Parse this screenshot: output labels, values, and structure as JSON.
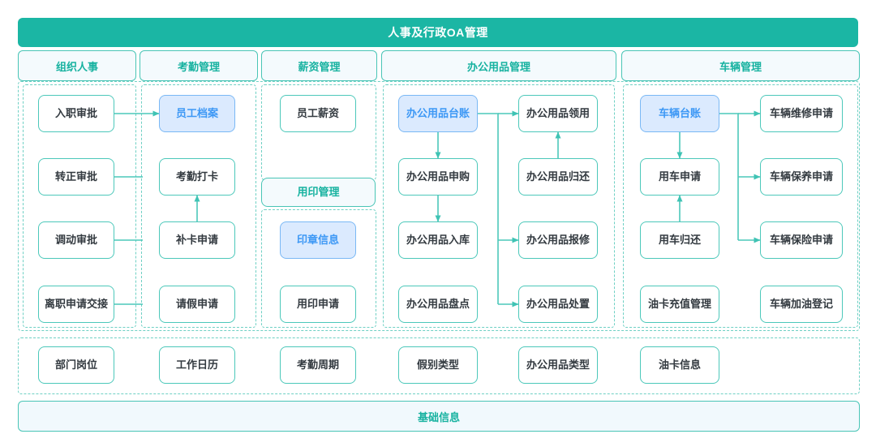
{
  "title": {
    "text": "人事及行政OA管理"
  },
  "colors": {
    "teal": "#1bb6a4",
    "teal_border": "#4cc8ba",
    "dashed": "#6fd0c4",
    "highlight_fill": "#dbeafe",
    "highlight_border": "#7ab8f5",
    "highlight_text": "#3d98f5",
    "header_fill": "#f4fafd",
    "text": "#333a40"
  },
  "modules": [
    {
      "name": "organization",
      "label": "组织人事"
    },
    {
      "name": "attendance",
      "label": "考勤管理"
    },
    {
      "name": "salary",
      "label": "薪资管理"
    },
    {
      "name": "office-supplies",
      "label": "办公用品管理"
    },
    {
      "name": "vehicle",
      "label": "车辆管理"
    }
  ],
  "nodes": {
    "org": [
      {
        "label": "入职审批",
        "highlight": false
      },
      {
        "label": "转正审批",
        "highlight": false
      },
      {
        "label": "调动审批",
        "highlight": false
      },
      {
        "label": "离职申请交接",
        "highlight": false
      }
    ],
    "attendance": [
      {
        "label": "员工档案",
        "highlight": true
      },
      {
        "label": "考勤打卡",
        "highlight": false
      },
      {
        "label": "补卡申请",
        "highlight": false
      },
      {
        "label": "请假申请",
        "highlight": false
      }
    ],
    "salary": [
      {
        "label": "员工薪资",
        "highlight": false
      }
    ],
    "seal": {
      "header": "用印管理",
      "items": [
        {
          "label": "印章信息",
          "highlight": true
        },
        {
          "label": "用印申请",
          "highlight": false
        }
      ]
    },
    "office_left": [
      {
        "label": "办公用品台账",
        "highlight": true
      },
      {
        "label": "办公用品申购",
        "highlight": false
      },
      {
        "label": "办公用品入库",
        "highlight": false
      },
      {
        "label": "办公用品盘点",
        "highlight": false
      }
    ],
    "office_right": [
      {
        "label": "办公用品领用",
        "highlight": false
      },
      {
        "label": "办公用品归还",
        "highlight": false
      },
      {
        "label": "办公用品报修",
        "highlight": false
      },
      {
        "label": "办公用品处置",
        "highlight": false
      }
    ],
    "vehicle_left": [
      {
        "label": "车辆台账",
        "highlight": true
      },
      {
        "label": "用车申请",
        "highlight": false
      },
      {
        "label": "用车归还",
        "highlight": false
      },
      {
        "label": "油卡充值管理",
        "highlight": false
      }
    ],
    "vehicle_right": [
      {
        "label": "车辆维修申请",
        "highlight": false
      },
      {
        "label": "车辆保养申请",
        "highlight": false
      },
      {
        "label": "车辆保险申请",
        "highlight": false
      },
      {
        "label": "车辆加油登记",
        "highlight": false
      }
    ],
    "basic_items": [
      {
        "label": "部门岗位"
      },
      {
        "label": "工作日历"
      },
      {
        "label": "考勤周期"
      },
      {
        "label": "假别类型"
      },
      {
        "label": "办公用品类型"
      },
      {
        "label": "油卡信息"
      }
    ]
  },
  "basic_bar": {
    "label": "基础信息"
  }
}
